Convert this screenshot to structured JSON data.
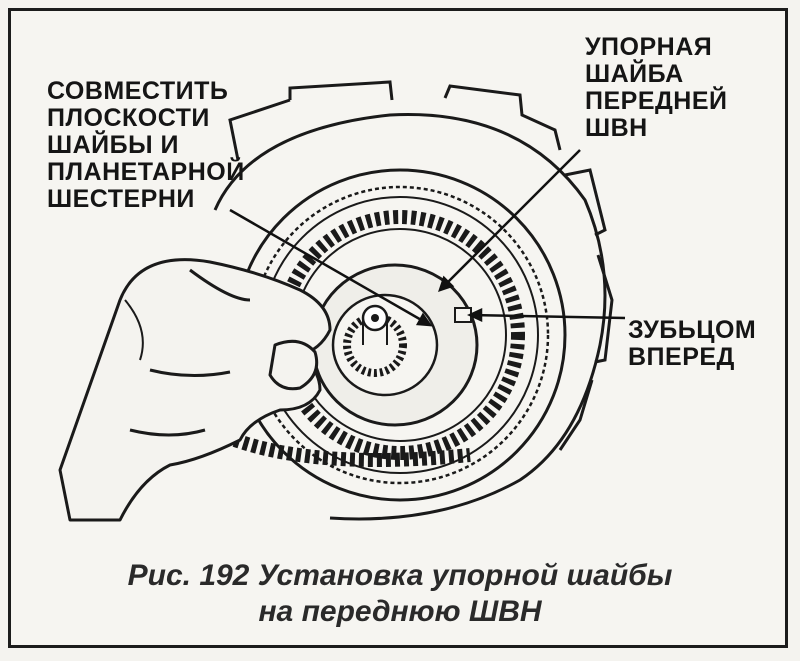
{
  "labels": {
    "align": "СОВМЕСТИТЬ\nПЛОСКОСТИ\nШАЙБЫ И\nПЛАНЕТАРНОЙ\nШЕСТЕРНИ",
    "washer": "УПОРНАЯ\nШАЙБА\nПЕРЕДНЕЙ\nШВН",
    "tooth": "ЗУБЬЦОМ\nВПЕРЕД"
  },
  "caption": {
    "line1": "Рис. 192 Установка упорной шайбы",
    "line2": "на переднюю ШВН"
  },
  "colors": {
    "ink": "#151515",
    "paper": "#f6f5f1"
  }
}
